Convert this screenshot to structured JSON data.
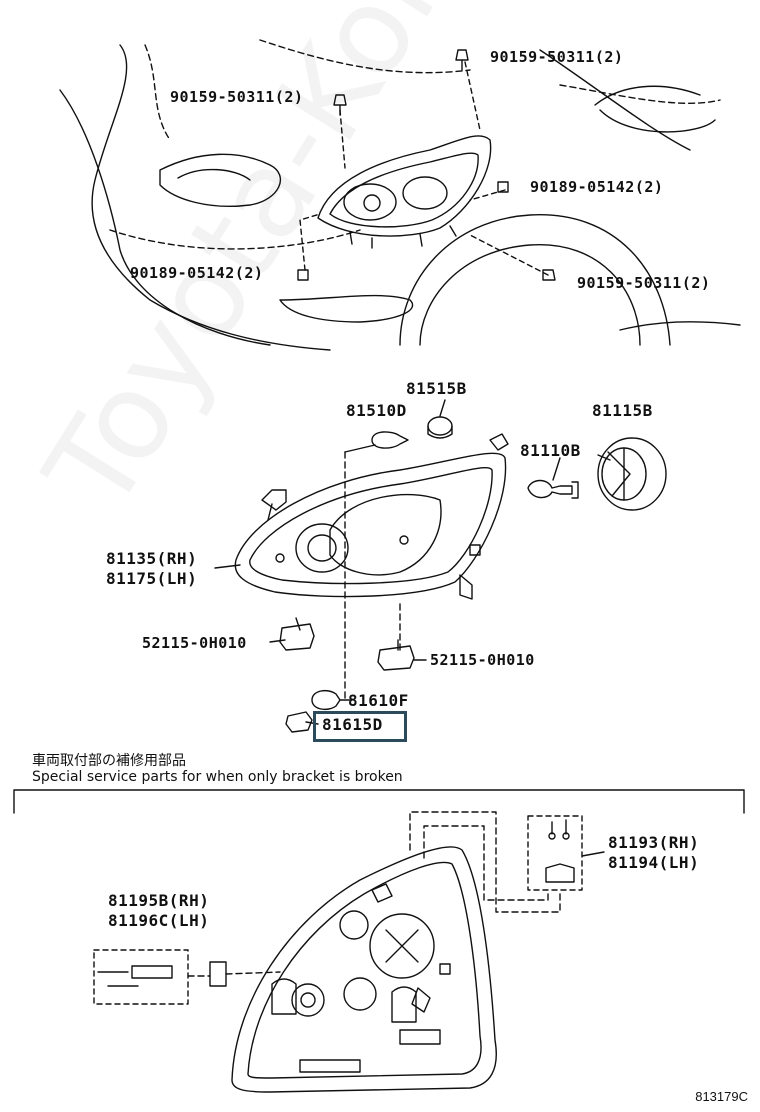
{
  "callouts": {
    "top_bolt_upper_right": "90159-50311(2)",
    "top_bolt_upper_left": "90159-50311(2)",
    "top_screw_right": "90189-05142(2)",
    "top_screw_left": "90189-05142(2)",
    "top_bolt_lower_right": "90159-50311(2)",
    "bulb_81515b": "81515B",
    "bulb_81510d": "81510D",
    "cap_81115b": "81115B",
    "bulb_81110b": "81110B",
    "unit_rh": "81135(RH)",
    "unit_lh": "81175(LH)",
    "clip_left": "52115-0H010",
    "clip_right": "52115-0H010",
    "bulb_81610f": "81610F",
    "socket_81615d": "81615D",
    "bracket_81193": "81193(RH)",
    "bracket_81194": "81194(LH)",
    "bracket_81195b": "81195B(RH)",
    "bracket_81196c": "81196C(LH)"
  },
  "notes": {
    "japanese": "車両取付部の補修用部品",
    "english": "Special service parts for when only bracket is broken"
  },
  "illustration_code": "813179C",
  "watermark": "Toyota-Kolon.ru",
  "colors": {
    "line": "#111111",
    "highlight_border": "#2b4a5c",
    "background": "#ffffff"
  }
}
